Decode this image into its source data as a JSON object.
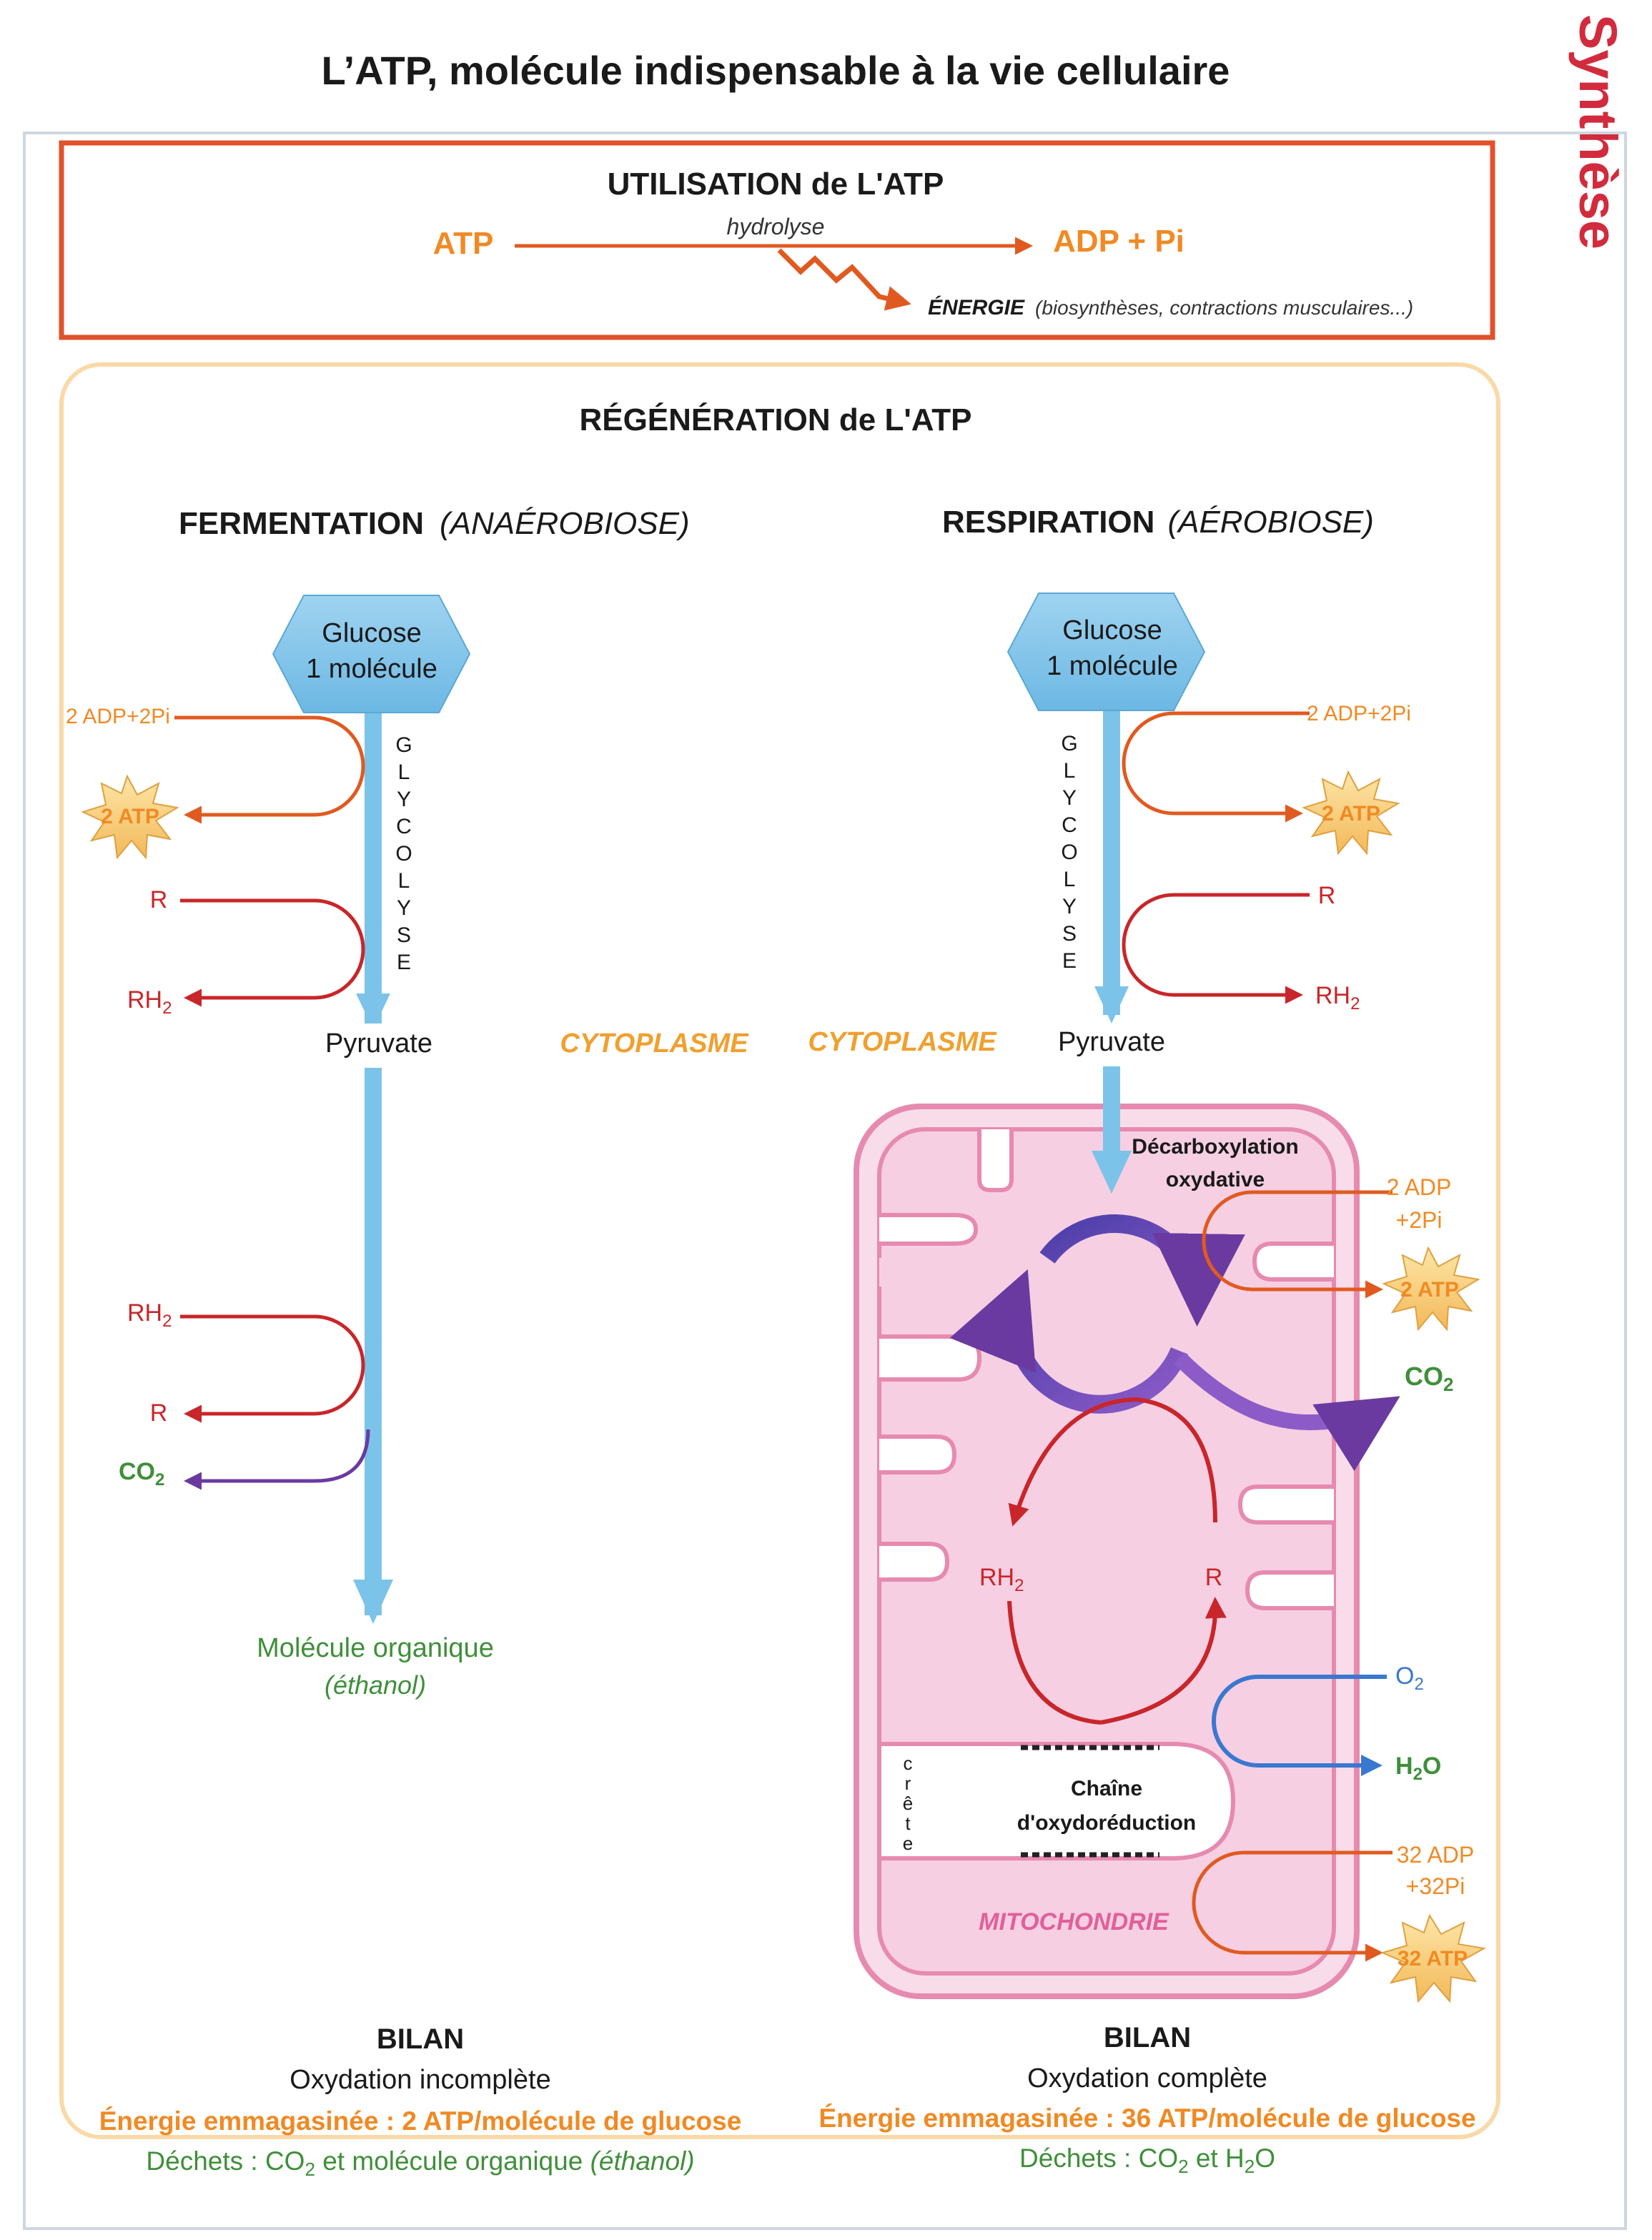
{
  "page": {
    "title": "L’ATP, molécule indispensable à la vie cellulaire",
    "side_tab": "Synthèse"
  },
  "utilisation": {
    "heading": "UTILISATION de L'ATP",
    "left": "ATP",
    "right": "ADP + Pi",
    "process": "hydrolyse",
    "energy": "ÉNERGIE",
    "energy_note": "(biosynthèses, contractions musculaires...)"
  },
  "regeneration": {
    "heading": "RÉGÉNÉRATION de L'ATP"
  },
  "fermentation": {
    "title": "FERMENTATION",
    "subtitle": "(ANAÉROBIOSE)",
    "glucose_line1": "Glucose",
    "glucose_line2": "1 molécule",
    "glycolyse": [
      "G",
      "L",
      "Y",
      "C",
      "O",
      "L",
      "Y",
      "S",
      "E"
    ],
    "adp": "2 ADP+2Pi",
    "atp": "2 ATP",
    "r_top": "R",
    "rh2_top": "RH",
    "pyruvate": "Pyruvate",
    "cytoplasme": "CYTOPLASME",
    "rh2_bottom": "RH",
    "r_bottom": "R",
    "co2": "CO",
    "product_line1": "Molécule organique",
    "product_line2": "(éthanol)",
    "bilan_title": "BILAN",
    "bilan_line1": "Oxydation incomplète",
    "bilan_line2": "Énergie emmagasinée : 2 ATP/molécule de glucose",
    "bilan_line3_a": "Déchets : CO",
    "bilan_line3_b": " et molécule organique ",
    "bilan_line3_c": "(éthanol)"
  },
  "respiration": {
    "title": "RESPIRATION",
    "subtitle": "(AÉROBIOSE)",
    "glucose_line1": "Glucose",
    "glucose_line2": "1 molécule",
    "glycolyse": [
      "G",
      "L",
      "Y",
      "C",
      "O",
      "L",
      "Y",
      "S",
      "E"
    ],
    "adp": "2 ADP+2Pi",
    "atp": "2 ATP",
    "r_top": "R",
    "rh2_top": "RH",
    "cytoplasme": "CYTOPLASME",
    "pyruvate": "Pyruvate",
    "decarbox_line1": "Décarboxylation",
    "decarbox_line2": "oxydative",
    "adp2_line1": "2 ADP",
    "adp2_line2": "+2Pi",
    "atp2": "2 ATP",
    "co2": "CO",
    "rh2_cycle": "RH",
    "r_cycle": "R",
    "o2": "O",
    "h2o_a": "H",
    "h2o_b": "O",
    "crete": [
      "c",
      "r",
      "ê",
      "t",
      "e"
    ],
    "chain_line1": "Chaîne",
    "chain_line2": "d'oxydoréduction",
    "adp32_line1": "32 ADP",
    "adp32_line2": "+32Pi",
    "atp32": "32 ATP",
    "mitochondrie": "MITOCHONDRIE",
    "bilan_title": "BILAN",
    "bilan_line1": "Oxydation complète",
    "bilan_line2": "Énergie emmagasinée : 36 ATP/molécule de glucose",
    "bilan_line3_a": "Déchets : CO",
    "bilan_line3_b": " et H",
    "bilan_line3_c": "O"
  },
  "subscript_2": "2",
  "colors": {
    "orange": "#f08a24",
    "frame_red": "#e2512b",
    "red_arrow": "#d8322b",
    "blue_arrow": "#7cc3ea",
    "purple": "#6a3aa0",
    "green": "#3f8f3a",
    "pink_mito": "#e68ab0",
    "side_tab": "#d22b3d"
  }
}
